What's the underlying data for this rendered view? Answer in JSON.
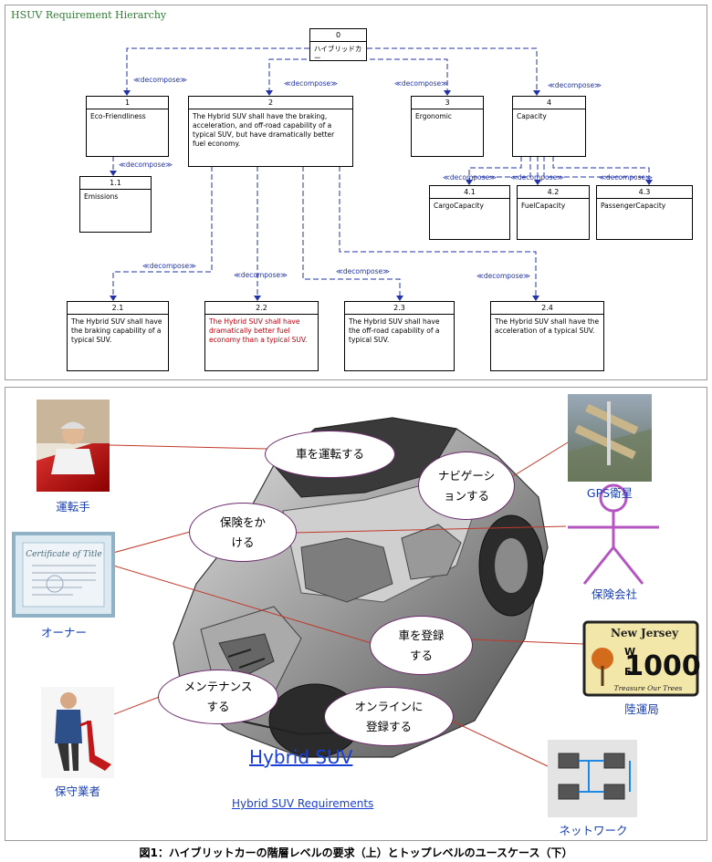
{
  "hierarchy": {
    "title": "HSUV Requirement Hierarchy",
    "decompose_label": "≪decompose≫",
    "requirements": {
      "r0": {
        "id": "0",
        "text": "ハイブリッドカー"
      },
      "r1": {
        "id": "1",
        "text": "Eco-Friendliness"
      },
      "r2": {
        "id": "2",
        "text": "The Hybrid SUV shall have the braking, acceleration, and off-road capability of a typical SUV, but have dramatically better fuel economy."
      },
      "r3": {
        "id": "3",
        "text": "Ergonomic"
      },
      "r4": {
        "id": "4",
        "text": "Capacity"
      },
      "r11": {
        "id": "1.1",
        "text": "Emissions"
      },
      "r41": {
        "id": "4.1",
        "text": "CargoCapacity"
      },
      "r42": {
        "id": "4.2",
        "text": "FuelCapacity"
      },
      "r43": {
        "id": "4.3",
        "text": "PassengerCapacity"
      },
      "r21": {
        "id": "2.1",
        "text": "The Hybrid SUV shall have the braking capability of a typical SUV."
      },
      "r22": {
        "id": "2.2",
        "text": "The Hybrid SUV shall have dramatically better fuel economy than a typical SUV."
      },
      "r23": {
        "id": "2.3",
        "text": "The Hybrid SUV shall have the off-road capability of a typical SUV."
      },
      "r24": {
        "id": "2.4",
        "text": "The Hybrid SUV shall have the acceleration of a typical SUV."
      }
    }
  },
  "usecase": {
    "actors": {
      "driver": "運転手",
      "owner": "オーナー",
      "maintainer": "保守業者",
      "gps": "GPS衛星",
      "insurer": "保険会社",
      "dmv": "陸運局",
      "network": "ネットワーク"
    },
    "usecases": {
      "drive": [
        "車を運転する"
      ],
      "navigate": [
        "ナビゲーシ",
        "ョンする"
      ],
      "insure": [
        "保険をか",
        "ける"
      ],
      "register": [
        "車を登録",
        "する"
      ],
      "maintain": [
        "メンテナンス",
        "する"
      ],
      "online": [
        "オンラインに",
        "登録する"
      ]
    },
    "title": "Hybrid SUV",
    "subtitle_link": "Hybrid SUV Requirements",
    "plate": {
      "state": "New Jersey",
      "left": "W",
      "left2": "E",
      "number": "1000",
      "motto": "Treasure Our Trees"
    },
    "certificate_text": "Certificate of Title"
  },
  "caption": "図1：ハイブリットカーの階層レベルの要求（上）とトップレベルのユースケース（下）",
  "colors": {
    "decompose": "#2233aa",
    "usecase_line": "#c0392b",
    "link": "#1a3fd6",
    "highlight_red": "#c0000c",
    "title_green": "#2e7d32"
  }
}
